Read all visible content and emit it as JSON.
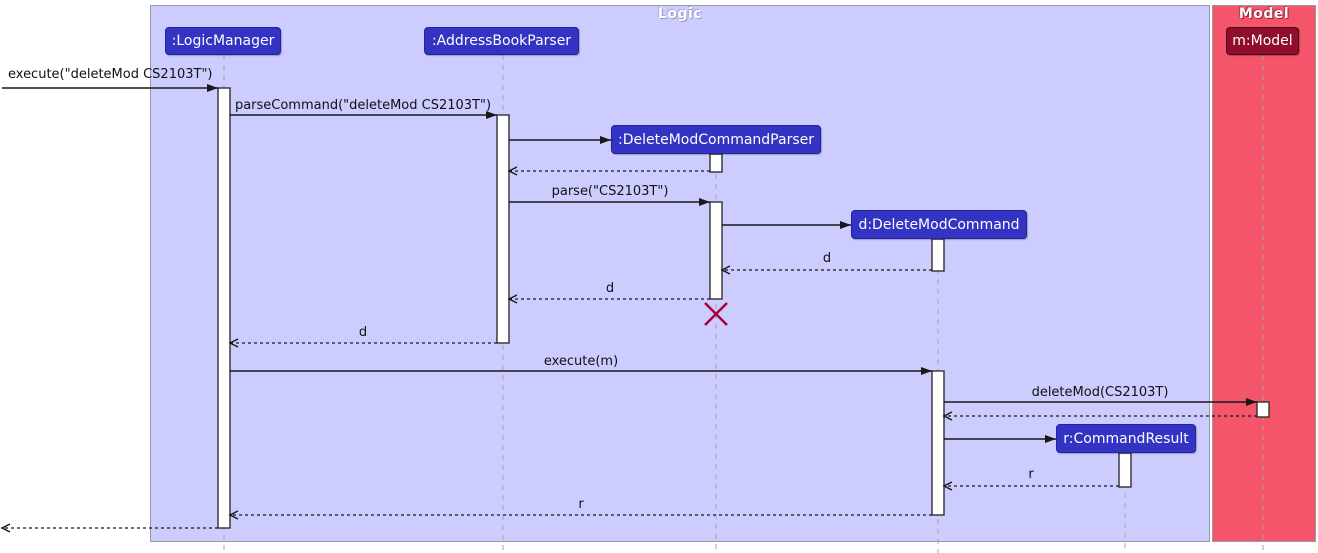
{
  "frames": {
    "logic": {
      "title": "Logic"
    },
    "model": {
      "title": "Model"
    }
  },
  "participants": {
    "logic_manager": {
      "label": ":LogicManager"
    },
    "address_book_parser": {
      "label": ":AddressBookParser"
    },
    "delete_mod_command_parser": {
      "label": ":DeleteModCommandParser"
    },
    "delete_mod_command": {
      "label": "d:DeleteModCommand"
    },
    "command_result": {
      "label": "r:CommandResult"
    },
    "model": {
      "label": "m:Model"
    }
  },
  "messages": {
    "execute_command": {
      "label": "execute(\"deleteMod CS2103T\")",
      "type": "sync"
    },
    "parse_command": {
      "label": "parseCommand(\"deleteMod CS2103T\")",
      "type": "sync"
    },
    "parse": {
      "label": "parse(\"CS2103T\")",
      "type": "sync"
    },
    "return_d_to_delete_mod_command_parser": {
      "label": "d",
      "type": "return"
    },
    "return_d_to_address_book_parser": {
      "label": "d",
      "type": "return"
    },
    "return_d_to_logic_manager": {
      "label": "d",
      "type": "return"
    },
    "execute_m": {
      "label": "execute(m)",
      "type": "sync"
    },
    "delete_mod": {
      "label": "deleteMod(CS2103T)",
      "type": "sync"
    },
    "return_r_to_delete_mod_command": {
      "label": "r",
      "type": "return"
    },
    "return_r_to_logic_manager": {
      "label": "r",
      "type": "return"
    }
  },
  "colors": {
    "logic_frame_fill": "#CCCCFF",
    "model_frame_fill": "#F4556A",
    "logic_participant_fill": "#3333C4",
    "model_participant_fill": "#8F0E2B",
    "frame_title_color": "#FFFFFF",
    "arrow_color": "#181818",
    "lifeline_color": "#A5A5A5",
    "destroy_marker_color": "#A80036"
  }
}
